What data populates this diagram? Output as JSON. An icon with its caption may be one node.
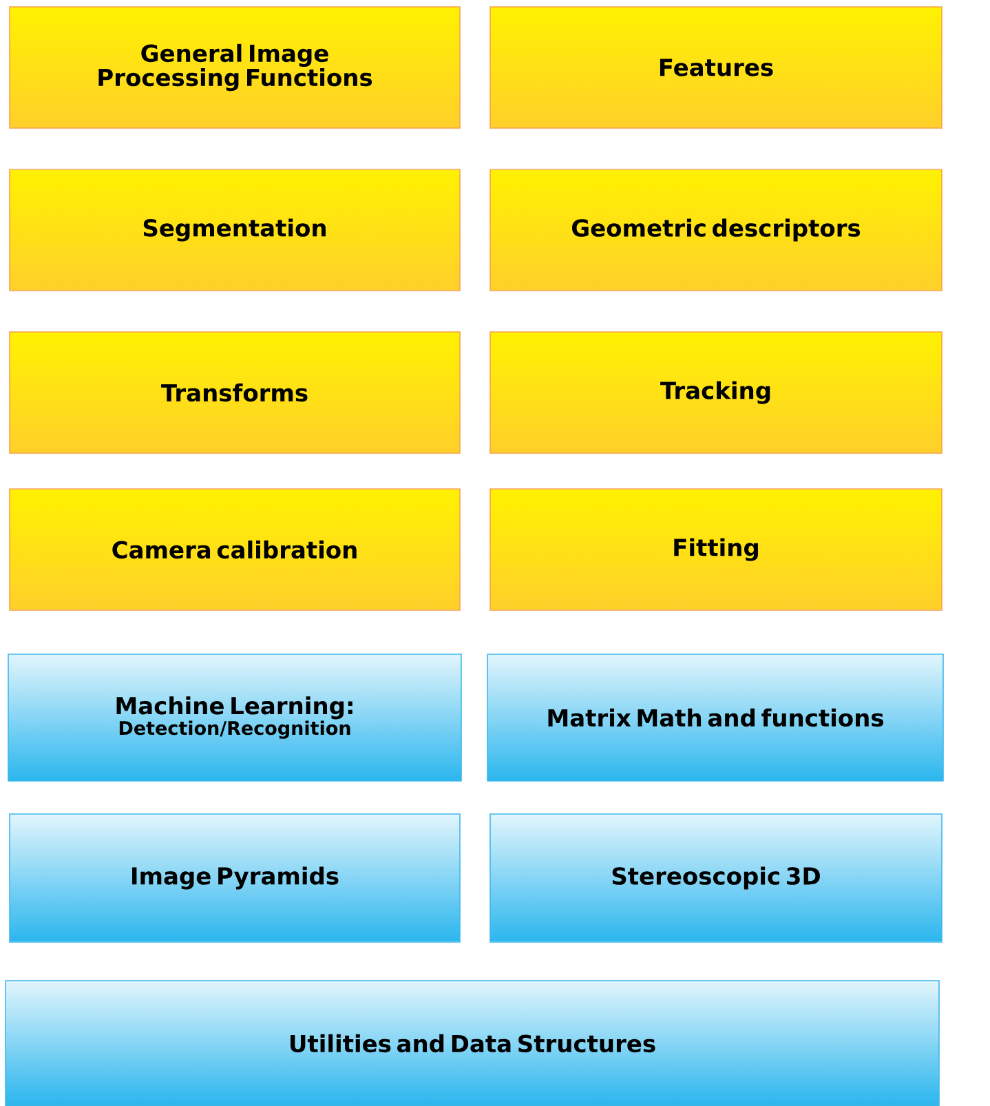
{
  "diagram": {
    "nodes": [
      {
        "text": [
          "General Image Processing Functions"
        ]
      },
      {
        "text": [
          "Features"
        ]
      },
      {
        "text": [
          "Segmentation"
        ]
      },
      {
        "text": [
          "Geometric descriptors"
        ]
      },
      {
        "text": [
          "Transforms"
        ]
      },
      {
        "text": [
          "Tracking"
        ]
      },
      {
        "text": [
          "Camera calibration"
        ]
      },
      {
        "text": [
          "Fitting"
        ]
      },
      {
        "text": [
          "Machine Learning:",
          "Detection/Recognition"
        ]
      },
      {
        "text": [
          "Matrix Math and functions"
        ]
      },
      {
        "text": [
          "Image Pyramids"
        ]
      },
      {
        "text": [
          "Stereoscopic 3D"
        ]
      },
      {
        "text": [
          "Utilities and Data Structures"
        ]
      }
    ]
  }
}
